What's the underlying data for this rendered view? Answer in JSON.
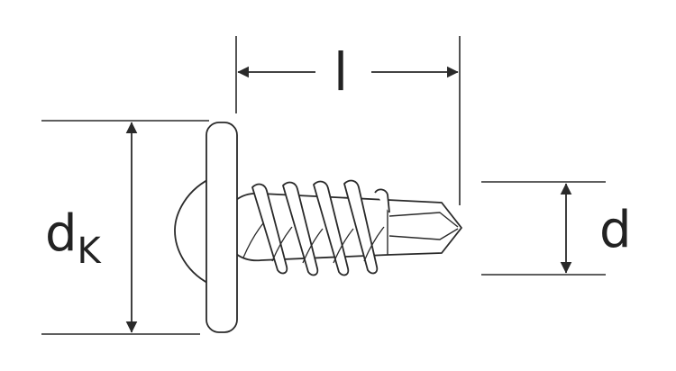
{
  "labels": {
    "length": "l",
    "head_diameter_main": "d",
    "head_diameter_sub": "K",
    "thread_diameter": "d"
  },
  "colors": {
    "stroke": "#2a2a2a",
    "text": "#222222",
    "background": "#ffffff"
  }
}
